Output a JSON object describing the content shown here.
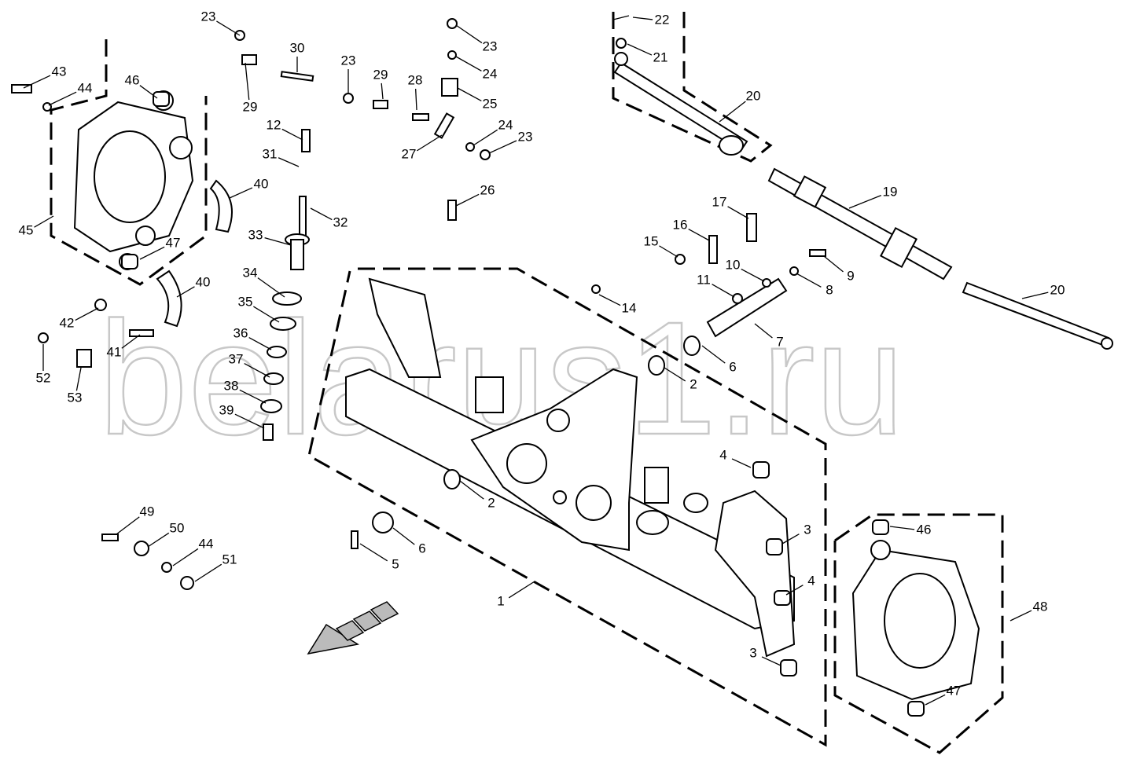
{
  "diagram": {
    "watermark": "belarus1.ru",
    "callouts": [
      "23",
      "43",
      "44",
      "46",
      "30",
      "23",
      "29",
      "29",
      "28",
      "23",
      "24",
      "25",
      "12",
      "31",
      "27",
      "24",
      "23",
      "22",
      "21",
      "20",
      "19",
      "17",
      "16",
      "15",
      "26",
      "32",
      "40",
      "40",
      "45",
      "47",
      "33",
      "34",
      "35",
      "36",
      "37",
      "38",
      "39",
      "42",
      "41",
      "52",
      "53",
      "14",
      "10",
      "11",
      "8",
      "9",
      "7",
      "6",
      "2",
      "20",
      "2",
      "6",
      "5",
      "4",
      "3",
      "4",
      "3",
      "1",
      "46",
      "48",
      "47",
      "49",
      "50",
      "44",
      "51"
    ],
    "direction_arrow": "front-direction-arrow"
  }
}
